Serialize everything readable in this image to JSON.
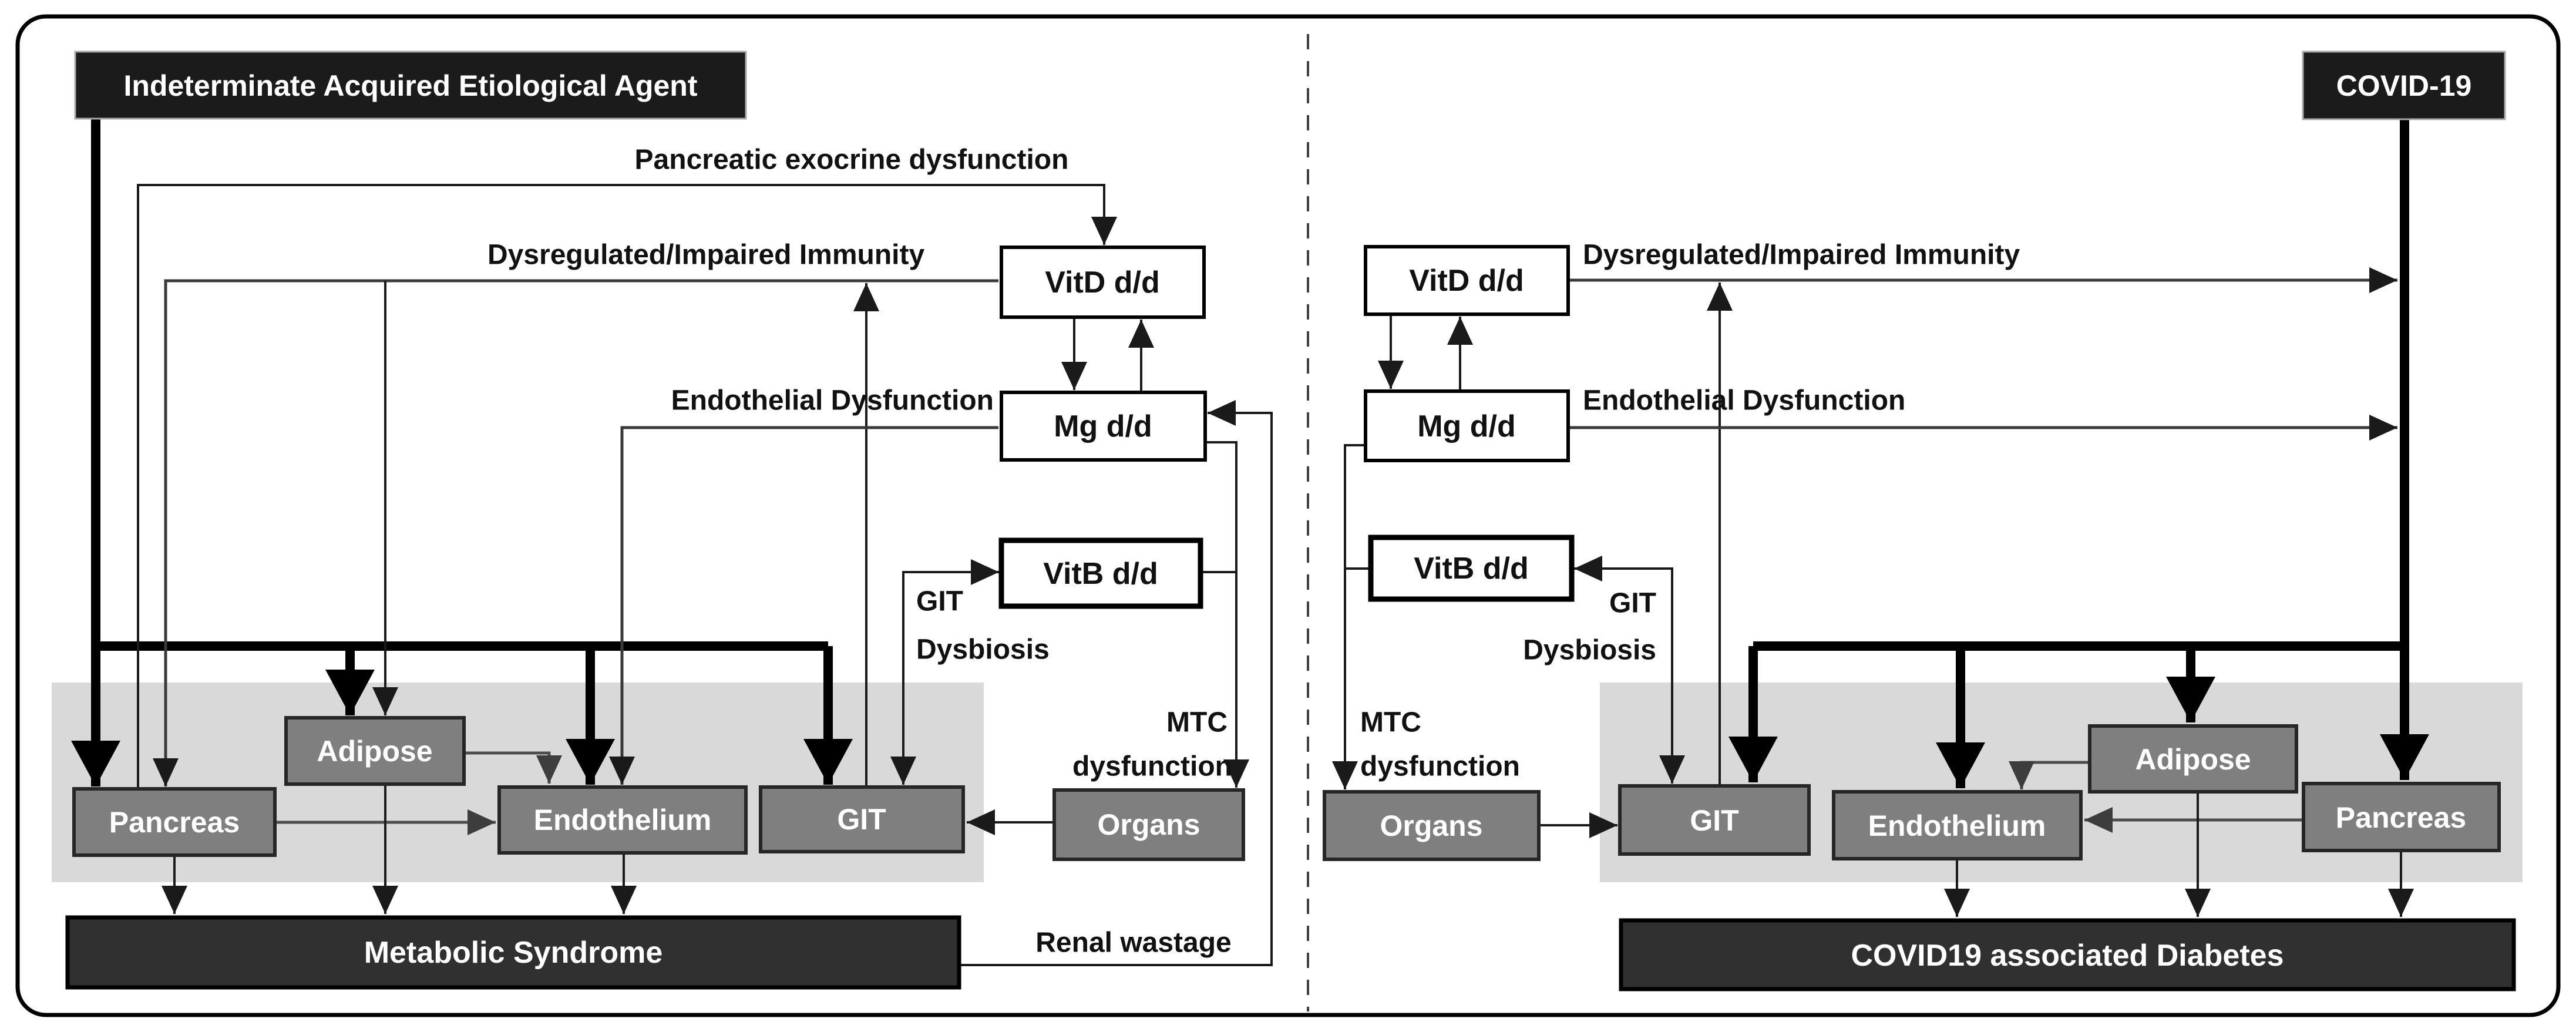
{
  "colors": {
    "title_box": "#1b1b1b",
    "outcome_box": "#303030",
    "organ_box": "#7f7f7f",
    "backdrop_panel": "#d9d9d9",
    "line": "#1a1a1a",
    "text_light": "#ffffff",
    "text_dark": "#111111"
  },
  "diagram": {
    "left": {
      "title": "Indeterminate Acquired Etiological Agent",
      "outcome": "Metabolic Syndrome",
      "nodes": {
        "vitd": "VitD d/d",
        "mg": "Mg d/d",
        "vitb": "VitB d/d",
        "pancreas": "Pancreas",
        "adipose": "Adipose",
        "endothelium": "Endothelium",
        "git": "GIT",
        "organs": "Organs"
      },
      "labels": {
        "pancreatic_exocrine": "Pancreatic exocrine dysfunction",
        "immunity": "Dysregulated/Impaired Immunity",
        "endothelial": "Endothelial Dysfunction",
        "git_dysbiosis_1": "GIT",
        "git_dysbiosis_2": "Dysbiosis",
        "mtc_1": "MTC",
        "mtc_2": "dysfunction",
        "renal": "Renal wastage"
      }
    },
    "right": {
      "title": "COVID-19",
      "outcome": "COVID19 associated Diabetes",
      "nodes": {
        "vitd": "VitD d/d",
        "mg": "Mg d/d",
        "vitb": "VitB d/d",
        "pancreas": "Pancreas",
        "adipose": "Adipose",
        "endothelium": "Endothelium",
        "git": "GIT",
        "organs": "Organs"
      },
      "labels": {
        "immunity": "Dysregulated/Impaired Immunity",
        "endothelial": "Endothelial Dysfunction",
        "git_dysbiosis_1": "GIT",
        "git_dysbiosis_2": "Dysbiosis",
        "mtc_1": "MTC",
        "mtc_2": "dysfunction"
      }
    }
  }
}
